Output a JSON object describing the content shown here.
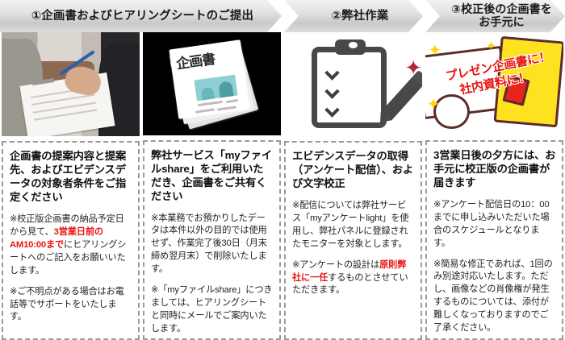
{
  "headers": [
    {
      "id": "step-1",
      "label": "①企画書およびヒアリングシートのご提出"
    },
    {
      "id": "step-2",
      "label": "②弊社作業"
    },
    {
      "id": "step-3",
      "label_line1": "③校正後の企画書を",
      "label_line2": "お手元に"
    }
  ],
  "columns": [
    {
      "id": "col-1",
      "artwork": "consultation-photo",
      "title": "企画書の提案内容と提案先、およびエビデンスデータの対象者条件をご指定ください",
      "body": [
        {
          "prefix": "※校正版企画書の納品予定日から見て、",
          "highlight": "3営業日前のAM10:00まで",
          "suffix": "にヒアリングシートへのご記入をお願いいたします。"
        },
        {
          "prefix": "※ご不明点がある場合はお電話等でサポートをいたします。",
          "highlight": "",
          "suffix": ""
        }
      ]
    },
    {
      "id": "col-2",
      "artwork": "proposal-documents",
      "artwork_label": "企画書",
      "title": "弊社サービス「myファイルshare」をご利用いただき、企画書をご共有ください",
      "body": [
        {
          "prefix": "※本業務でお預かりしたデータは本件以外の目的では使用せず、作業完了後30日（月末締め翌月末）で削除いたします。",
          "highlight": "",
          "suffix": ""
        },
        {
          "prefix": "※「myファイルshare」につきましては、ヒアリングシートと同時にメールでご案内いたします。",
          "highlight": "",
          "suffix": ""
        }
      ]
    },
    {
      "id": "col-3",
      "artwork": "clipboard-checklist",
      "title": "エビデンスデータの取得（アンケート配信）、および文字校正",
      "body": [
        {
          "prefix": "※配信については弊社サービス「myアンケートlight」を使用し、弊社パネルに登録されたモニターを対象とします。",
          "highlight": "",
          "suffix": ""
        },
        {
          "prefix": "※アンケートの設計は",
          "highlight": "原則弊社に一任",
          "suffix": "するものとさせていただきます。"
        }
      ]
    },
    {
      "id": "col-4",
      "artwork": "presentation-promo",
      "promo_line1": "プレゼン企画書に！",
      "promo_line2": "社内資料に！",
      "title": "3営業日後の夕方には、お手元に校正版の企画書が届きます",
      "body": [
        {
          "prefix": "※アンケート配信日の10：00までに申し込みいただいた場合のスケジュールとなります。",
          "highlight": "",
          "suffix": ""
        },
        {
          "prefix": "※簡易な修正であれば、1回のみ別途対応いたします。ただし、画像などの肖像権が発生するものについては、添付が難しくなっておりますのでご了承ください。",
          "highlight": "",
          "suffix": ""
        }
      ]
    }
  ],
  "colors": {
    "highlight_red": "#e8150f",
    "header_gray": "#d9d9d9",
    "border_gray": "#9a9a9a"
  }
}
